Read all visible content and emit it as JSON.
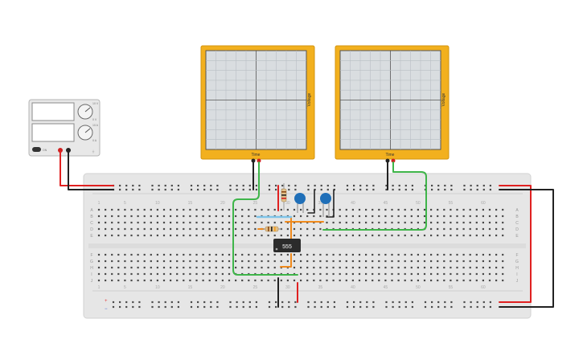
{
  "scope_left": {
    "x_label": "Time",
    "y_label": "Voltage"
  },
  "scope_right": {
    "x_label": "Time",
    "y_label": "Voltage"
  },
  "power_supply": {
    "knob_marks_top": [
      "10 V",
      "0 V"
    ],
    "knob_marks_bottom": [
      "10 A",
      "0 A"
    ],
    "button_label": "ON"
  },
  "chip": {
    "label": "555"
  },
  "breadboard": {
    "column_numbers": [
      "1",
      "5",
      "10",
      "15",
      "20",
      "25",
      "30",
      "35",
      "40",
      "45",
      "50",
      "55",
      "60"
    ],
    "row_letters_top": [
      "A",
      "B",
      "C",
      "D",
      "E"
    ],
    "row_letters_bottom": [
      "F",
      "G",
      "H",
      "I",
      "J"
    ]
  },
  "colors": {
    "scope_frame": "#f2b01e",
    "screen": "#d9dde0",
    "board": "#e6e6e6",
    "wire_green": "#3fb54a",
    "wire_orange": "#f08a1c",
    "wire_red": "#e02020",
    "wire_black": "#222222",
    "capacitor": "#1f6fb8",
    "chip": "#2b2b2b"
  }
}
